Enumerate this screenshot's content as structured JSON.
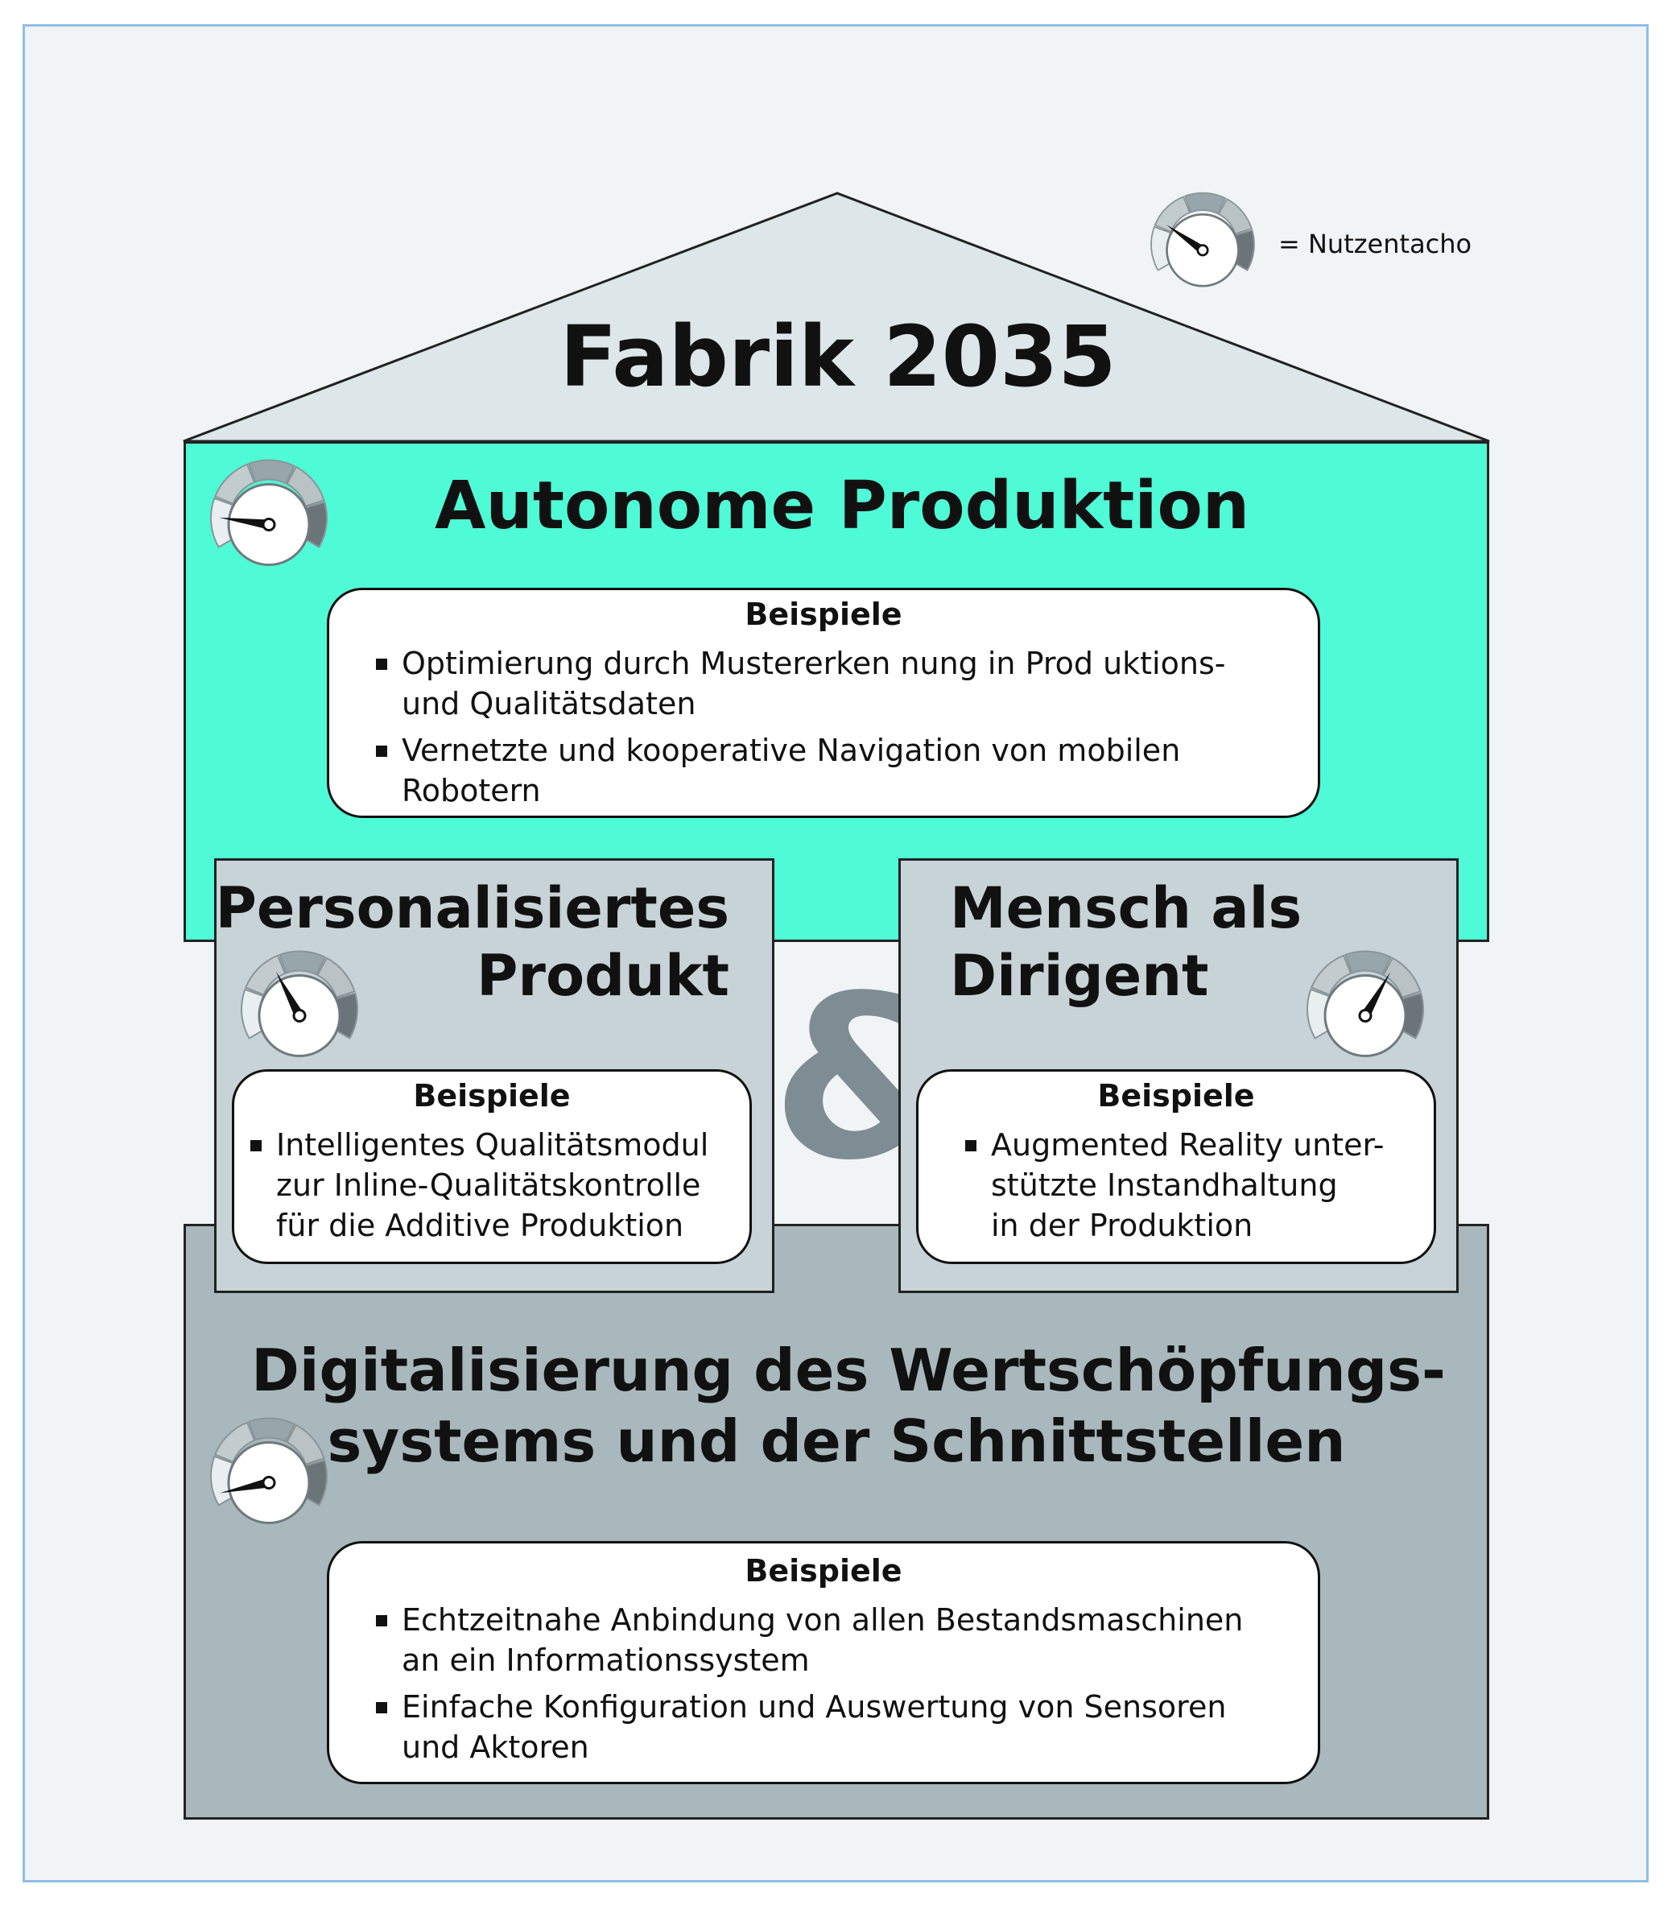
{
  "header": {
    "title": "Fabrik 2035"
  },
  "legend": {
    "text": "= Nutzentacho",
    "icon": "gauge-icon"
  },
  "colors": {
    "roof": "#dde6e8",
    "autonome": "#4ffad6",
    "middle": "#c7d3d7",
    "digital": "#a8b8bc",
    "ampersand": "#7e8c93",
    "frame_border": "#8fbfe6"
  },
  "sections": {
    "autonome": {
      "title": "Autonome Produktion",
      "examples_label": "Beispiele",
      "bullets": [
        [
          "Optimierung durch Mustererken nung in Prod uktions-",
          "und Qualitätsdaten"
        ],
        [
          "Vernetzte und kooperative Navigation von mobilen",
          "Robotern"
        ]
      ]
    },
    "personalisiert": {
      "title_lines": [
        "Personalisiertes",
        "Produkt"
      ],
      "examples_label": "Beispiele",
      "bullets": [
        [
          "Intelligentes Qualitätsmodul",
          "zur Inline-Qualitätskontrolle",
          "für die Additive Produktion"
        ]
      ]
    },
    "ampersand": "&",
    "mensch": {
      "title_lines": [
        "Mensch als",
        "Dirigent"
      ],
      "examples_label": "Beispiele",
      "bullets": [
        [
          "Augmented Reality unter-",
          "stützte Instandhaltung",
          "in der Produktion"
        ]
      ]
    },
    "digital": {
      "title_lines": [
        "Digitalisierung des Wertschöpfungs-",
        "systems und der Schnittstellen"
      ],
      "examples_label": "Beispiele",
      "bullets": [
        [
          "Echtzeitnahe Anbindung von allen Bestandsmaschinen",
          "an ein Informationssystem"
        ],
        [
          "Einfache Konfiguration und Auswertung von Sensoren",
          "und Aktoren"
        ]
      ]
    }
  }
}
